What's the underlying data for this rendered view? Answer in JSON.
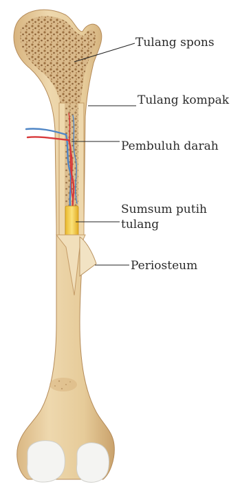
{
  "labels": {
    "spongy_bone": "Tulang spons",
    "compact_bone": "Tulang kompak",
    "blood_vessel": "Pembuluh darah",
    "marrow_line1": "Sumsum putih",
    "marrow_line2": "tulang",
    "periosteum": "Periosteum"
  },
  "colors": {
    "bone": "#e9d2a6",
    "bone_shadow": "#cda876",
    "spongy": "#b98f5a",
    "marrow": "#f4d24a",
    "artery": "#d8383a",
    "vein": "#4f86c6",
    "cartilage": "#f3f3f1",
    "leader": "#222222"
  }
}
